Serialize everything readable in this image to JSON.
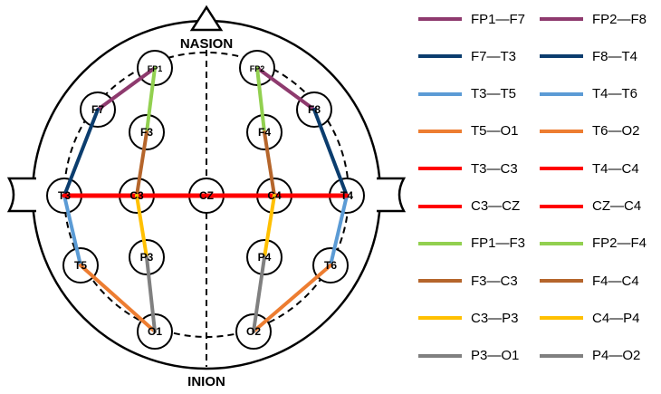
{
  "landmarks": {
    "nasion": "NASION",
    "inion": "INION"
  },
  "electrodes": [
    {
      "id": "FP1",
      "label": "FP1"
    },
    {
      "id": "FP2",
      "label": "FP2"
    },
    {
      "id": "F7",
      "label": "F7"
    },
    {
      "id": "F8",
      "label": "F8"
    },
    {
      "id": "F3",
      "label": "F3"
    },
    {
      "id": "F4",
      "label": "F4"
    },
    {
      "id": "T3",
      "label": "T3"
    },
    {
      "id": "C3",
      "label": "C3"
    },
    {
      "id": "CZ",
      "label": "CZ"
    },
    {
      "id": "C4",
      "label": "C4"
    },
    {
      "id": "T4",
      "label": "T4"
    },
    {
      "id": "T5",
      "label": "T5"
    },
    {
      "id": "P3",
      "label": "P3"
    },
    {
      "id": "P4",
      "label": "P4"
    },
    {
      "id": "T6",
      "label": "T6"
    },
    {
      "id": "O1",
      "label": "O1"
    },
    {
      "id": "O2",
      "label": "O2"
    }
  ],
  "connections": [
    {
      "label": "FP1—F7",
      "from": "FP1",
      "to": "F7",
      "color": "#8E3A6E"
    },
    {
      "label": "FP2—F8",
      "from": "FP2",
      "to": "F8",
      "color": "#8E3A6E"
    },
    {
      "label": "F7—T3",
      "from": "F7",
      "to": "T3",
      "color": "#0B3D6E"
    },
    {
      "label": "F8—T4",
      "from": "F8",
      "to": "T4",
      "color": "#0B3D6E"
    },
    {
      "label": "T3—T5",
      "from": "T3",
      "to": "T5",
      "color": "#5B9BD5"
    },
    {
      "label": "T4—T6",
      "from": "T4",
      "to": "T6",
      "color": "#5B9BD5"
    },
    {
      "label": "T5—O1",
      "from": "T5",
      "to": "O1",
      "color": "#ED7D31"
    },
    {
      "label": "T6—O2",
      "from": "T6",
      "to": "O2",
      "color": "#ED7D31"
    },
    {
      "label": "T3—C3",
      "from": "T3",
      "to": "C3",
      "color": "#FF0000"
    },
    {
      "label": "T4—C4",
      "from": "T4",
      "to": "C4",
      "color": "#FF0000"
    },
    {
      "label": "C3—CZ",
      "from": "C3",
      "to": "CZ",
      "color": "#FF0000"
    },
    {
      "label": "CZ—C4",
      "from": "CZ",
      "to": "C4",
      "color": "#FF0000"
    },
    {
      "label": "FP1—F3",
      "from": "FP1",
      "to": "F3",
      "color": "#92D050"
    },
    {
      "label": "FP2—F4",
      "from": "FP2",
      "to": "F4",
      "color": "#92D050"
    },
    {
      "label": "F3—C3",
      "from": "F3",
      "to": "C3",
      "color": "#B5652B"
    },
    {
      "label": "F4—C4",
      "from": "F4",
      "to": "C4",
      "color": "#B5652B"
    },
    {
      "label": "C3—P3",
      "from": "C3",
      "to": "P3",
      "color": "#FFC000"
    },
    {
      "label": "C4—P4",
      "from": "C4",
      "to": "P4",
      "color": "#FFC000"
    },
    {
      "label": "P3—O1",
      "from": "P3",
      "to": "O1",
      "color": "#808080"
    },
    {
      "label": "P4—O2",
      "from": "P4",
      "to": "O2",
      "color": "#808080"
    }
  ]
}
